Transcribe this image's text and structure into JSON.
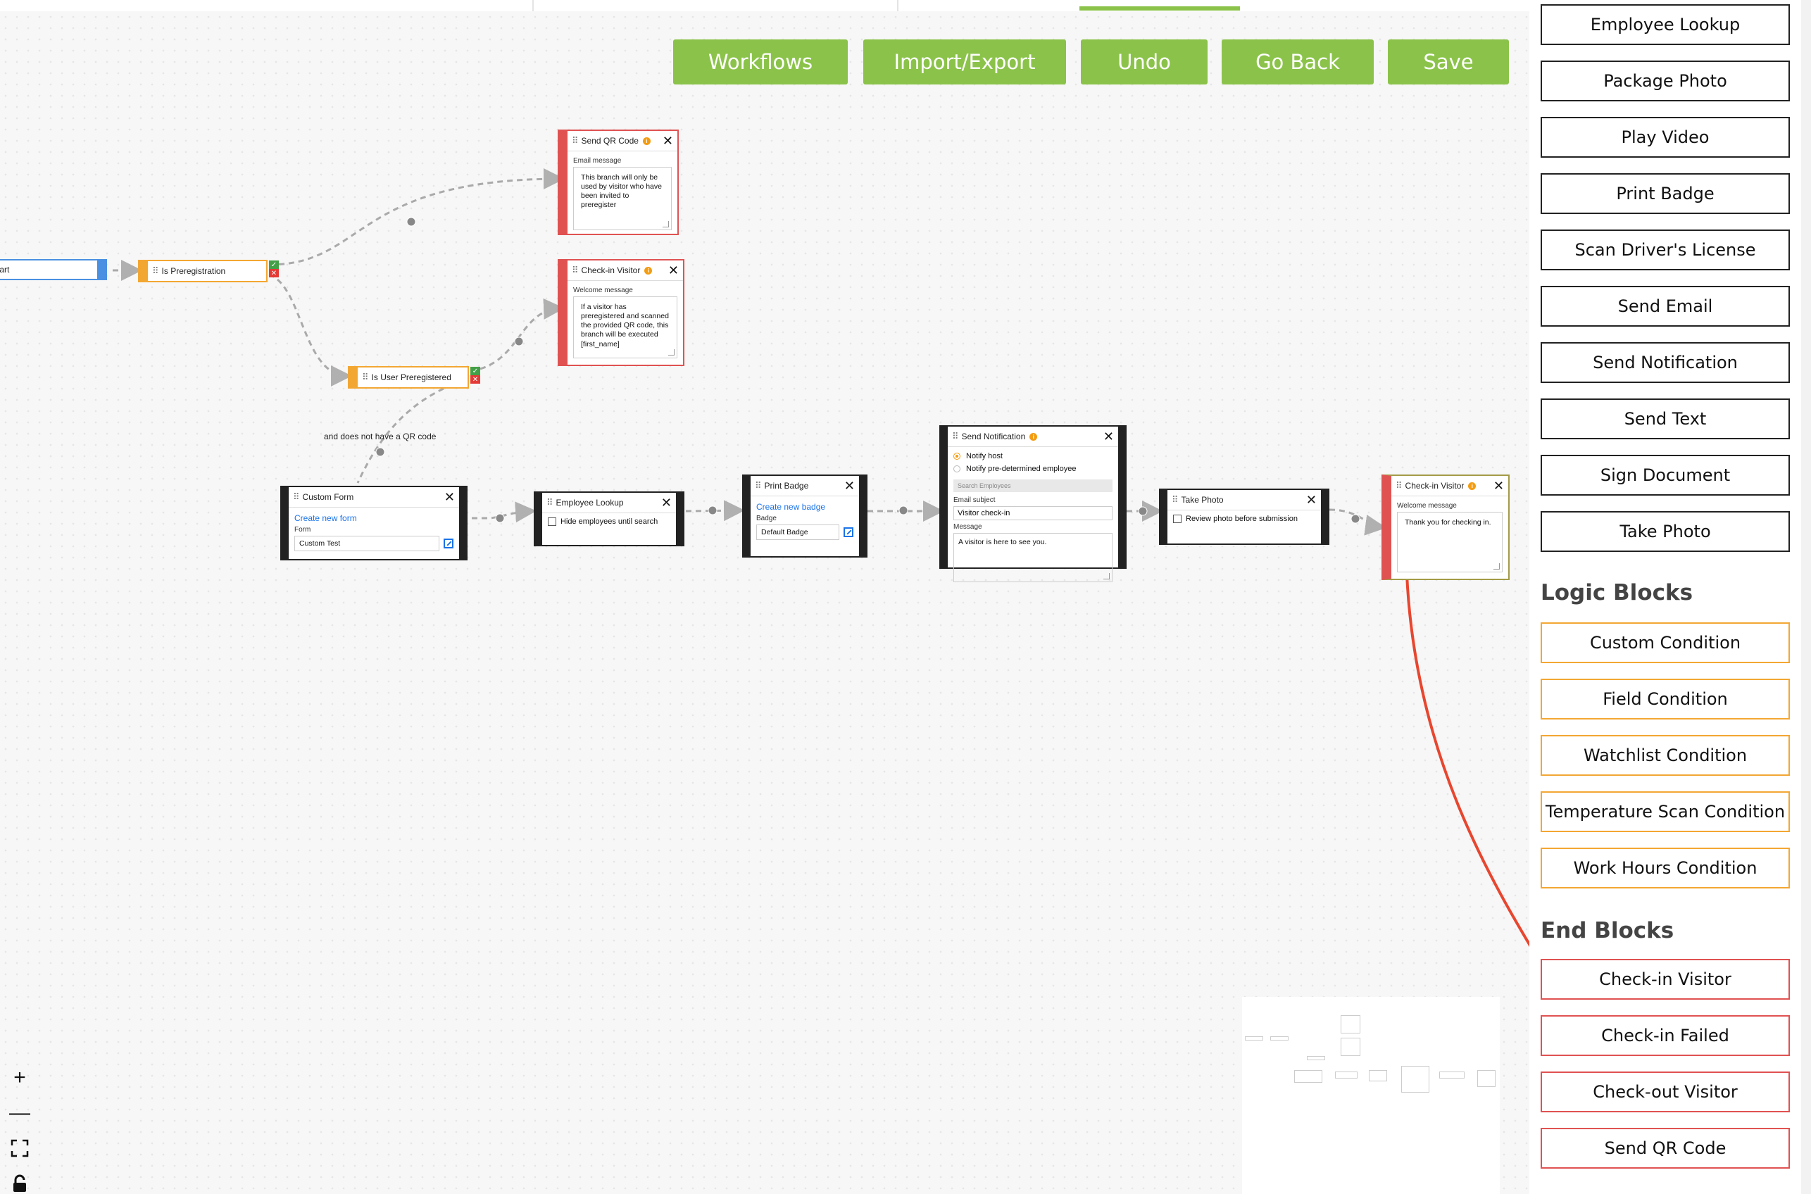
{
  "toolbar": {
    "workflows": "Workflows",
    "import_export": "Import/Export",
    "undo": "Undo",
    "go_back": "Go Back",
    "save": "Save",
    "button_color": "#8bc34a"
  },
  "canvas": {
    "start_label": "Start",
    "edge_label": "and does not have a QR code",
    "nodes": {
      "is_preregistration": {
        "title": "Is Preregistration"
      },
      "is_user_preregistered": {
        "title": "Is User Preregistered"
      },
      "send_qr_code": {
        "title": "Send QR Code",
        "field_label": "Email message",
        "message": "This branch will only be used by visitor who have been invited to preregister"
      },
      "checkin_visitor_top": {
        "title": "Check-in Visitor",
        "field_label": "Welcome message",
        "message": "If a visitor has preregistered and scanned the provided QR code, this branch will be executed [first_name]"
      },
      "custom_form": {
        "title": "Custom Form",
        "link": "Create new form",
        "field_label": "Form",
        "value": "Custom Test"
      },
      "employee_lookup": {
        "title": "Employee Lookup",
        "checkbox_label": "Hide employees until search"
      },
      "print_badge": {
        "title": "Print Badge",
        "link": "Create new badge",
        "field_label": "Badge",
        "value": "Default Badge"
      },
      "send_notification": {
        "title": "Send Notification",
        "option_host": "Notify host",
        "option_employee": "Notify pre-determined employee",
        "search_placeholder": "Search Employees",
        "subject_label": "Email subject",
        "subject_value": "Visitor check-in",
        "message_label": "Message",
        "message_value": "A visitor is here to see you."
      },
      "take_photo": {
        "title": "Take Photo",
        "checkbox_label": "Review photo before submission"
      },
      "checkin_visitor_end": {
        "title": "Check-in Visitor",
        "field_label": "Welcome message",
        "message": "Thank you for checking in."
      }
    }
  },
  "zoom_controls": [
    "zoom-in",
    "zoom-out",
    "fit-view",
    "lock"
  ],
  "sidebar": {
    "action_blocks": [
      "Employee Lookup",
      "Package Photo",
      "Play Video",
      "Print Badge",
      "Scan Driver's License",
      "Send Email",
      "Send Notification",
      "Send Text",
      "Sign Document",
      "Take Photo"
    ],
    "logic_heading": "Logic Blocks",
    "logic_blocks": [
      "Custom Condition",
      "Field Condition",
      "Watchlist Condition",
      "Temperature Scan Condition",
      "Work Hours Condition"
    ],
    "end_heading": "End Blocks",
    "end_blocks": [
      "Check-in Visitor",
      "Check-in Failed",
      "Check-out Visitor",
      "Send QR Code"
    ],
    "colors": {
      "action": "#222222",
      "logic": "#f3a733",
      "end": "#e05252"
    }
  },
  "annotation_arrow_color": "#e8462f"
}
